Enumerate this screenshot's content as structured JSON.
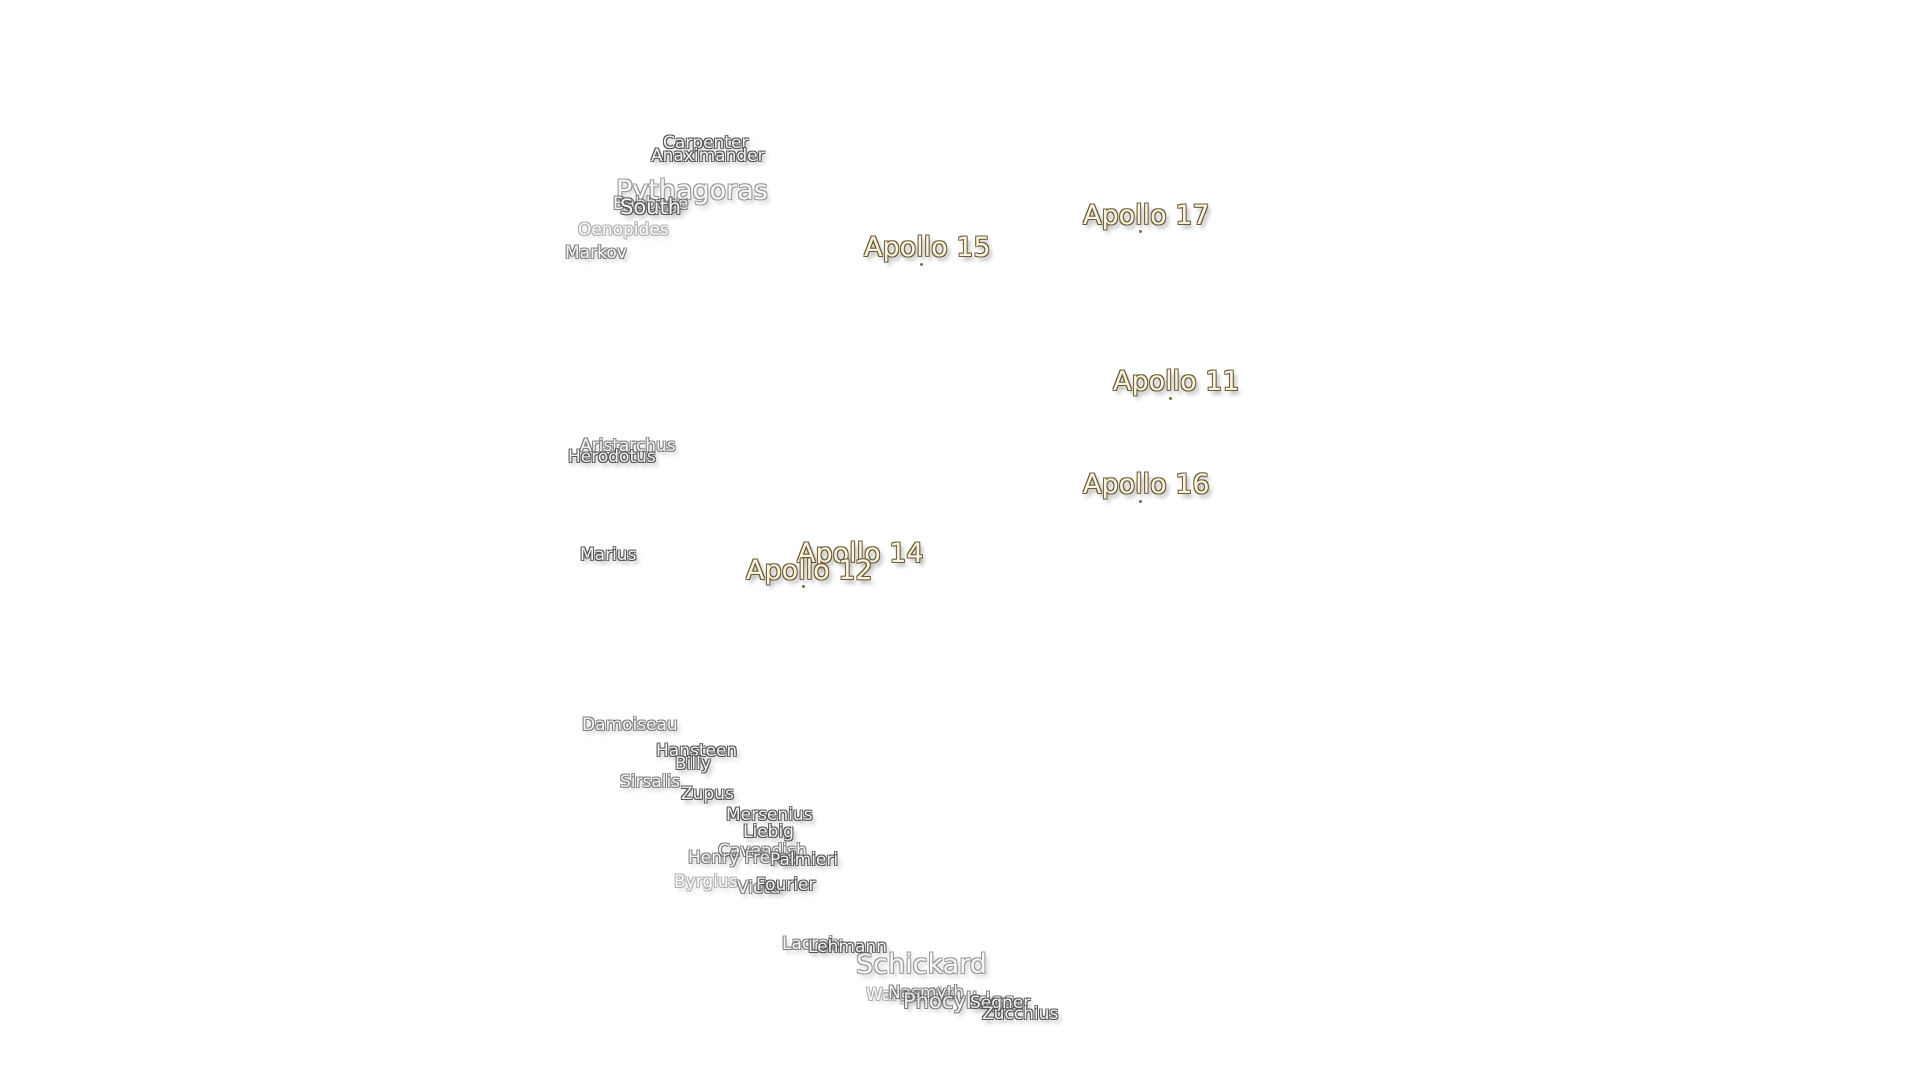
{
  "map": {
    "apollo_sites": [
      {
        "id": "apollo-17",
        "label": "Apollo 17"
      },
      {
        "id": "apollo-15",
        "label": "Apollo 15"
      },
      {
        "id": "apollo-11",
        "label": "Apollo 11"
      },
      {
        "id": "apollo-16",
        "label": "Apollo 16"
      },
      {
        "id": "apollo-14",
        "label": "Apollo 14"
      },
      {
        "id": "apollo-12",
        "label": "Apollo 12"
      }
    ],
    "craters": [
      "Carpenter",
      "Anaximander",
      "Pythagoras",
      "South",
      "Babbage",
      "Oenopides",
      "Markov",
      "Aristarchus",
      "Herodotus",
      "Marius",
      "Damoiseau",
      "Hansteen",
      "Billy",
      "Sirsalis",
      "Zupus",
      "Mersenius",
      "Liebig",
      "Cavendish",
      "Henry Frères",
      "Palmieri",
      "Byrgius",
      "Vieta",
      "Fourier",
      "Lacroix",
      "Lehmann",
      "Schickard",
      "Wargentin",
      "Nasmyth",
      "Phocylides",
      "Segner",
      "Zucchius"
    ]
  }
}
